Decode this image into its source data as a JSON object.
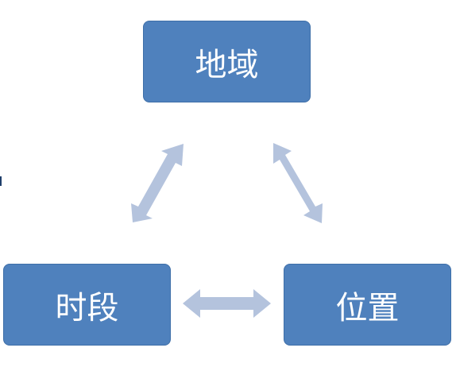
{
  "diagram": {
    "nodes": [
      {
        "id": "top",
        "label": "地域"
      },
      {
        "id": "left",
        "label": "时段"
      },
      {
        "id": "right",
        "label": "位置"
      }
    ],
    "edges": [
      {
        "from": "top",
        "to": "left",
        "type": "bidirectional"
      },
      {
        "from": "top",
        "to": "right",
        "type": "bidirectional"
      },
      {
        "from": "left",
        "to": "right",
        "type": "bidirectional"
      }
    ],
    "colors": {
      "node_fill": "#4f81bd",
      "node_text": "#ffffff",
      "arrow_fill": "#b4c3dd"
    }
  }
}
